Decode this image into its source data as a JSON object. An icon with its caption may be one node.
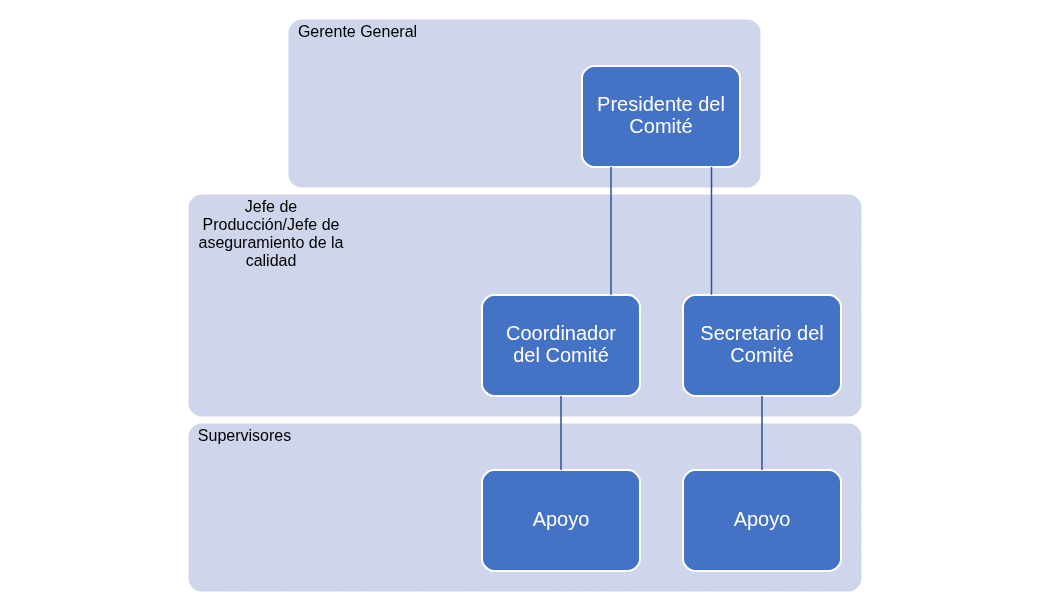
{
  "diagram": {
    "nodes": [
      {
        "text": [
          "Gerente General"
        ]
      },
      {
        "text": [
          "Presidente del Comité"
        ],
        "in": 0
      },
      {
        "text": [
          "Jefe de Producción/Jefe de aseguramiento de la calidad"
        ]
      },
      {
        "text": [
          "Coordinador del Comité"
        ],
        "in": 2
      },
      {
        "text": [
          "Secretario del Comité"
        ],
        "in": 2
      },
      {
        "text": [
          "Supervisores"
        ]
      },
      {
        "text": [
          "Apoyo"
        ],
        "in": 5
      },
      {
        "text": [
          "Apoyo"
        ],
        "in": 5
      }
    ],
    "edges": [
      {
        "from": 1,
        "to": 3,
        "arrow": "none"
      },
      {
        "from": 1,
        "to": 4,
        "arrow": "none"
      },
      {
        "from": 3,
        "to": 6,
        "arrow": "none"
      },
      {
        "from": 4,
        "to": 7,
        "arrow": "none"
      }
    ]
  }
}
